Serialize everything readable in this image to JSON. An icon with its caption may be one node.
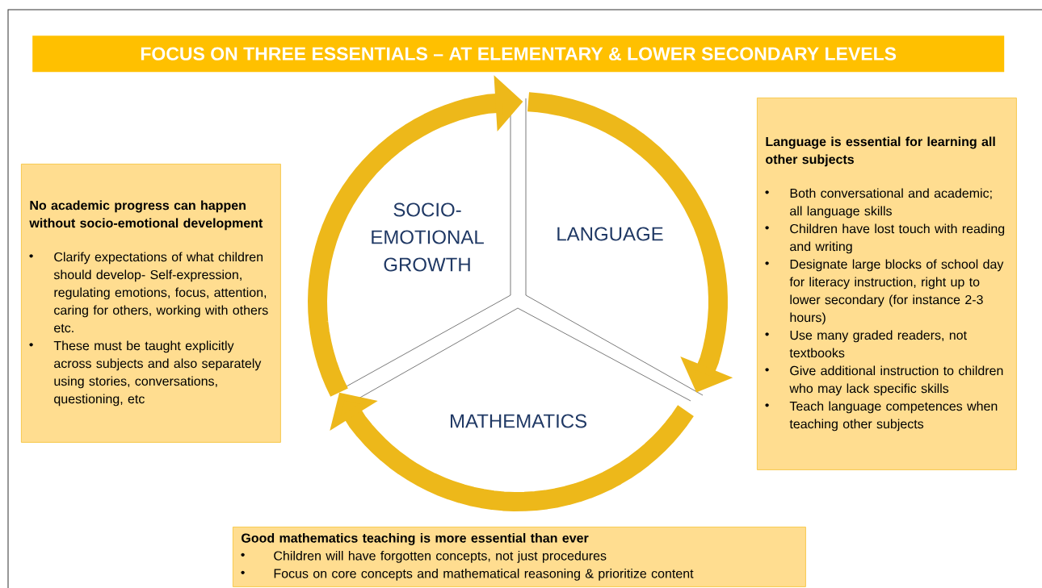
{
  "diagram": {
    "title": "FOCUS ON THREE ESSENTIALS – AT ELEMENTARY & LOWER SECONDARY LEVELS",
    "nodes": [
      {
        "text": [
          "SOCIO- EMOTIONAL GROWTH"
        ]
      },
      {
        "text": [
          "LANGUAGE"
        ]
      },
      {
        "text": [
          "MATHEMATICS"
        ]
      },
      {
        "text": [
          "No academic progress can happen without socio-emotional development",
          "Clarify expectations of what children should develop- Self-expression, regulating emotions, focus, attention, caring for others, working with others etc.",
          "These  must be taught explicitly across subjects and also separately using stories, conversations, questioning, etc"
        ]
      },
      {
        "text": [
          "Language is essential for learning all other subjects",
          "Both conversational and academic; all language skills",
          "Children have lost touch with reading and writing",
          "Designate large blocks of school day for literacy instruction, right up to lower secondary  (for instance 2-3 hours)",
          "Use many graded readers, not textbooks",
          "Give additional instruction to children who may lack specific skills",
          "Teach language competences when teaching other subjects"
        ]
      },
      {
        "text": [
          "Good mathematics teaching is more essential than ever",
          "Children will have forgotten concepts, not just procedures",
          "Focus on core concepts and mathematical reasoning & prioritize content"
        ]
      }
    ],
    "edges": [
      {
        "from": 0,
        "to": 1,
        "arrow": "to"
      },
      {
        "from": 1,
        "to": 2,
        "arrow": "to"
      },
      {
        "from": 2,
        "to": 0,
        "arrow": "to"
      }
    ]
  }
}
